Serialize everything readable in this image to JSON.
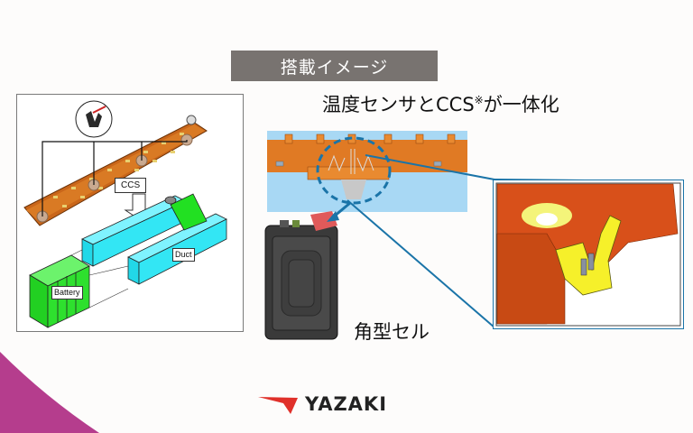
{
  "header": {
    "title": "搭載イメージ",
    "subtitle_main": "温度センサとCCS",
    "subtitle_mark": "※",
    "subtitle_end": "が一体化"
  },
  "diagram": {
    "labels": {
      "ccs": "CCS",
      "duct": "Duct",
      "battery": "Battery"
    }
  },
  "cell": {
    "label": "角型セル"
  },
  "footer": {
    "logo_text": "YAZAKI"
  },
  "colors": {
    "title_bg": "#787370",
    "accent_magenta": "#b03a8a",
    "connector_blue": "#1a74a8",
    "logo_red": "#e0302a",
    "ccs_orange": "#d9771e",
    "duct_cyan": "#33e0f0",
    "battery_green": "#22e022"
  }
}
